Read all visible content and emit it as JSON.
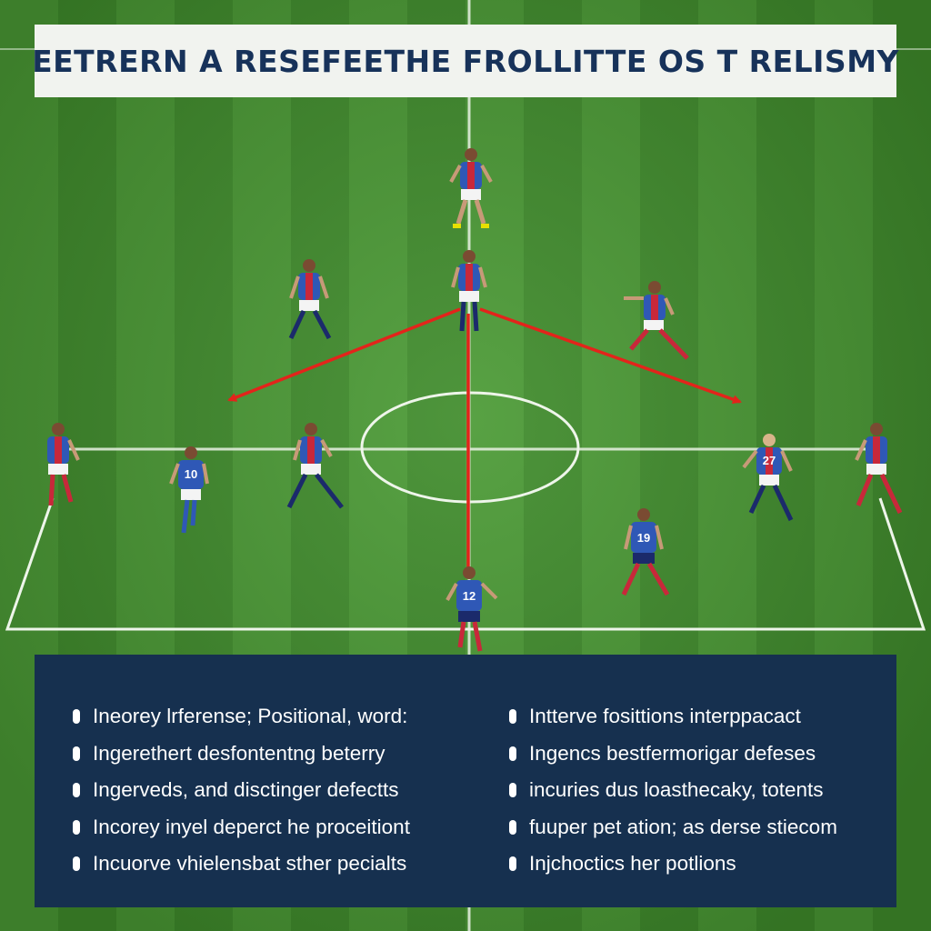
{
  "title": "EETRERN A RESEFEETHE FROLLITTE OS T RELISMY",
  "left_items": [
    "Ineorey lrferense; Positional, word:",
    "Ingerethert desfontentng beterry",
    "Ingerveds, and disctinger defectts",
    "Incorey inyel deperct he proceitiont",
    "Incuorve vhielensbat sther pecialts"
  ],
  "right_items": [
    "Intterve fosittions interppacact",
    "Ingencs bestfermorigar defeses",
    "incuries dus loasthecaky, totents",
    "fuuper pet ation; as derse stiecom",
    "Injchoctics her potlions"
  ],
  "jersey_numbers": {
    "left_mid": "10",
    "right_wide": "27",
    "right_center": "19",
    "bottom_center": "12"
  },
  "colors": {
    "banner_bg": "#f1f3ef",
    "title_text": "#17325a",
    "panel_bg": "#16304f",
    "arrow": "#e3241b",
    "pitch_light": "#4a9a34",
    "pitch_dark": "#3f8c2b",
    "kit_blue": "#2f58b6",
    "kit_red": "#c8283a"
  }
}
